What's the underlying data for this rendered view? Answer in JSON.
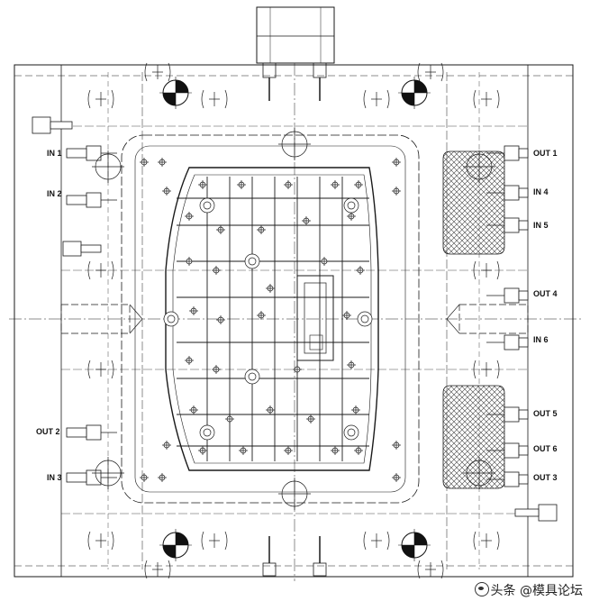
{
  "labels": {
    "in1": "IN 1",
    "in2": "IN 2",
    "in3": "IN 3",
    "out2": "OUT 2",
    "out1": "OUT 1",
    "in4": "IN 4",
    "in5": "IN 5",
    "out4": "OUT 4",
    "in6": "IN 6",
    "out5": "OUT 5",
    "out6": "OUT 6",
    "out3": "OUT 3"
  },
  "watermark": "头条 @模具论坛",
  "colors": {
    "line": "#1a1a1a",
    "hatch": "#444444",
    "background": "#ffffff"
  }
}
